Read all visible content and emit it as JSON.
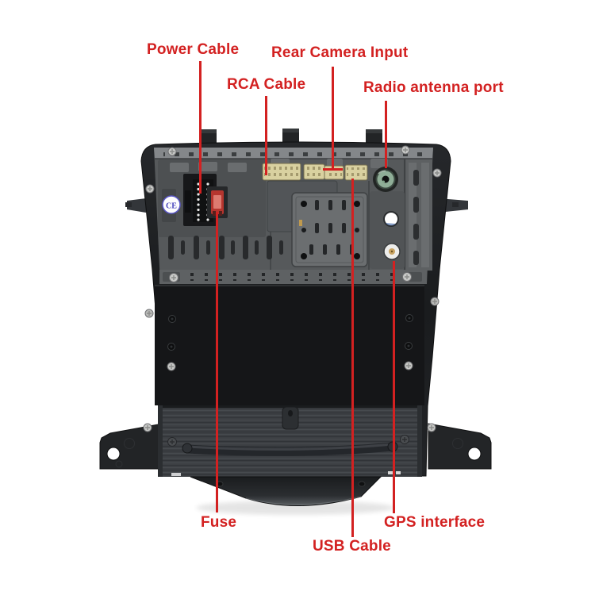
{
  "figure": {
    "type": "annotated-product-diagram",
    "subject": "car head unit rear view with connector callouts"
  },
  "labels": {
    "power_cable": "Power Cable",
    "rear_camera_input": "Rear Camera Input",
    "rca_cable": "RCA Cable",
    "radio_antenna_port": "Radio antenna port",
    "fuse": "Fuse",
    "usb_cable": "USB Cable",
    "gps_interface": "GPS interface"
  },
  "device": {
    "ce_mark": "CE"
  },
  "colors": {
    "annotation_red": "#d32121",
    "shell_black": "#1d1f21",
    "panel_gray": "#56595b",
    "connector_cream": "#d9d1a0",
    "antenna_green": "#8fae97",
    "fuse_red": "#b5352e",
    "screen_black": "#151618",
    "background": "#ffffff"
  }
}
